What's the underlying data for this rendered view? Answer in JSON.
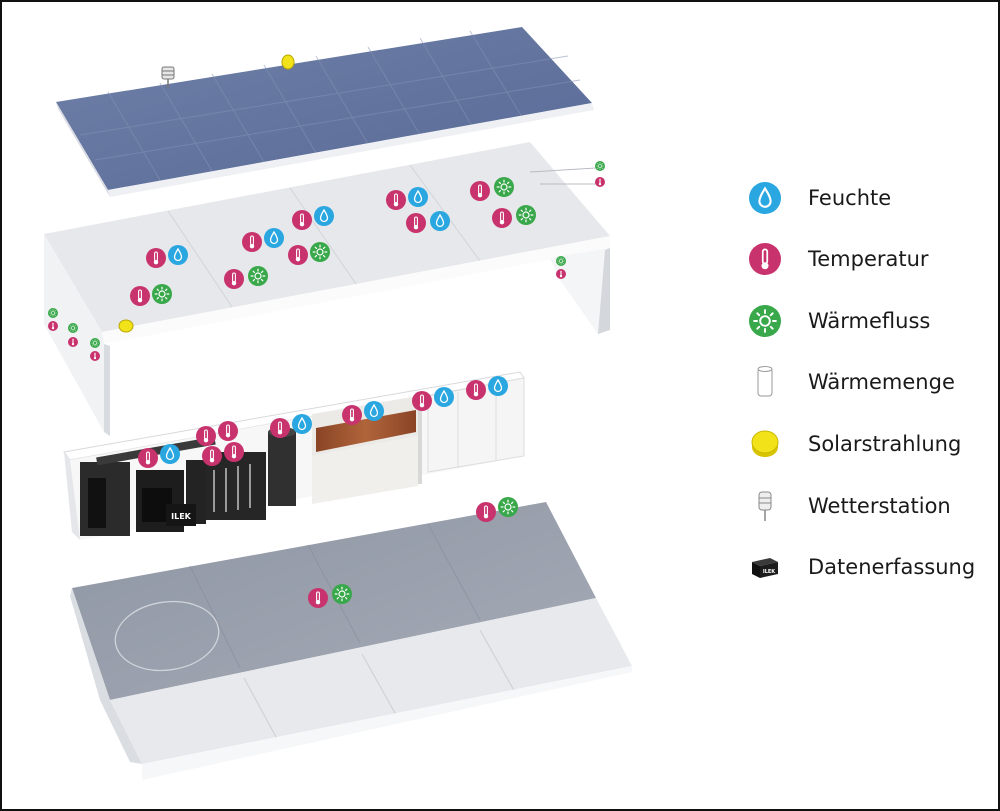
{
  "legend": {
    "items": [
      {
        "label": "Feuchte",
        "icon": "humidity-icon",
        "color": "#2aa6e0"
      },
      {
        "label": "Temperatur",
        "icon": "thermometer-icon",
        "color": "#c8336d"
      },
      {
        "label": "Wärmefluss",
        "icon": "heatflux-icon",
        "color": "#38a84a"
      },
      {
        "label": "Wärmemenge",
        "icon": "heat-quantity-icon",
        "color": "#ffffff"
      },
      {
        "label": "Solarstrahlung",
        "icon": "solar-radiation-icon",
        "color": "#f2e21a"
      },
      {
        "label": "Wetterstation",
        "icon": "weather-station-icon",
        "color": "#cccccc"
      },
      {
        "label": "Datenerfassung",
        "icon": "data-acquisition-icon",
        "color": "#1a1a1a"
      }
    ]
  },
  "diagram": {
    "box_label": "ILEK",
    "layers": [
      "solar-roof",
      "roof-module",
      "service-core",
      "floor-slab"
    ]
  },
  "colors": {
    "feuchte": "#2aa6e0",
    "temperatur": "#c8336d",
    "waermefluss": "#38a84a",
    "solar": "#f2e21a",
    "wood": "#a0532c"
  }
}
